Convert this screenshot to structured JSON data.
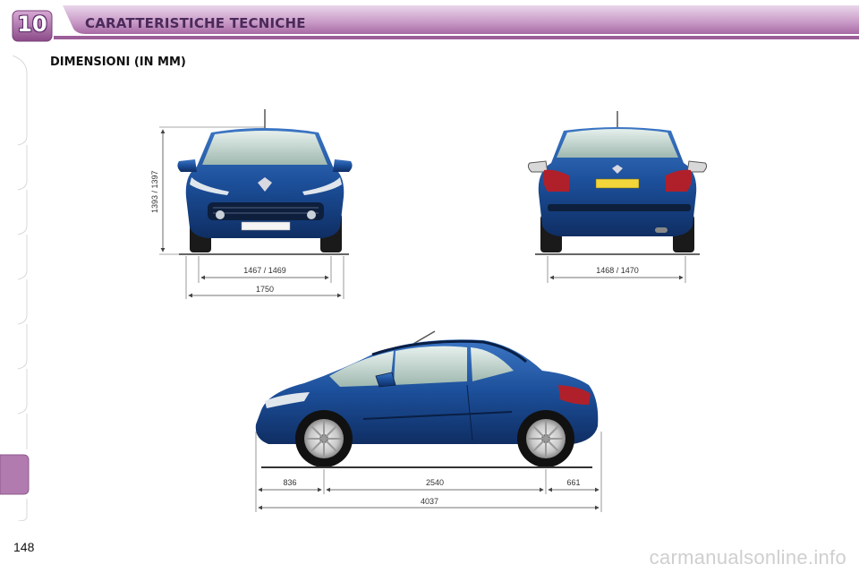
{
  "header": {
    "chapter_number": "10",
    "title": "CARATTERISTICHE TECNICHE"
  },
  "section": {
    "title": "DIMENSIONI (IN MM)"
  },
  "front_view": {
    "height_label": "1393 / 1397",
    "track_label": "1467 / 1469",
    "width_label": "1750"
  },
  "rear_view": {
    "track_label": "1468 / 1470"
  },
  "side_view": {
    "front_overhang_label": "836",
    "wheelbase_label": "2540",
    "rear_overhang_label": "661",
    "length_label": "4037"
  },
  "footer": {
    "page_number": "148",
    "watermark": "carmanualsonline.info"
  },
  "colors": {
    "accent": "#a0609a",
    "car_body": "#1c4f9a"
  }
}
